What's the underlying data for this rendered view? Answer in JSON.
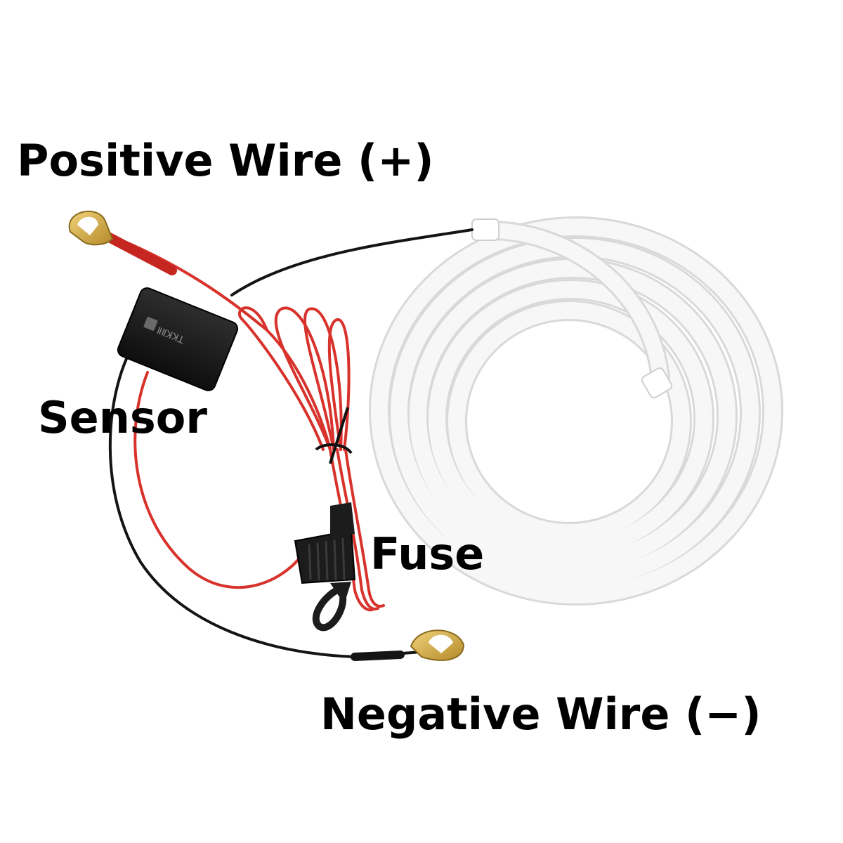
{
  "labels": {
    "positive": "Positive Wire (+)",
    "sensor": "Sensor",
    "fuse": "Fuse",
    "negative": "Negative Wire (−)"
  },
  "sensor_box": {
    "text": "ⅡⅡꓘꓘꓕ"
  },
  "colors": {
    "red_wire": "#d8322c",
    "black_wire": "#141414",
    "tube": "#f4f4f4",
    "terminal": "#d8b24a",
    "housing": "#1c1c1c"
  }
}
